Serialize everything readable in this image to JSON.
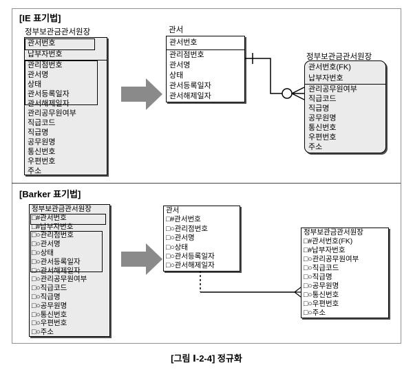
{
  "caption": "[그림 Ⅰ-2-4] 정규화",
  "colors": {
    "arrow": "#8a8a8a",
    "frame_border": "#909090",
    "table_fill_gray": "#ebebeb",
    "table_fill_white": "#ffffff",
    "line": "#000000"
  },
  "section_ie": {
    "label": "[IE 표기법]",
    "left_table": {
      "title": "정부보관금관서원장",
      "keys": [
        "관서번호",
        "납부자번호"
      ],
      "attrs": [
        "관리점번호",
        "관서명",
        "상태",
        "관서등록일자",
        "관서해제일자",
        "관리공무원여부",
        "직급코드",
        "직급명",
        "공무원명",
        "통신번호",
        "우편번호",
        "주소"
      ]
    },
    "mid_table": {
      "title": "관서",
      "keys": [
        "관서번호"
      ],
      "attrs": [
        "관리점번호",
        "관서명",
        "상태",
        "관서등록일자",
        "관서해제일자"
      ]
    },
    "right_table": {
      "title": "정부보관금관서원장",
      "keys": [
        "관서번호(FK)",
        "납부자번호"
      ],
      "attrs": [
        "관리공무원여부",
        "직급코드",
        "직급명",
        "공무원명",
        "통신번호",
        "우편번호",
        "주소"
      ]
    }
  },
  "section_barker": {
    "label": "[Barker 표기법]",
    "left_table": {
      "rows": [
        "정부보관금관서원장",
        "□#관서번호",
        "□#납부자번호",
        "□○관리점번호",
        "□○관서명",
        "□○상태",
        "□○관서등록일자",
        "□○관서해제일자",
        "□○관리공무원여부",
        "□○직급코드",
        "□○직급명",
        "□○공무원명",
        "□○통신번호",
        "□○우편번호",
        "□○주소"
      ]
    },
    "mid_table": {
      "rows": [
        "관서",
        "□#관서번호",
        "□○관리점번호",
        "□○관서명",
        "□○상태",
        "□○관서등록일자",
        "□○관서해제일자"
      ]
    },
    "right_table": {
      "rows": [
        "정부보관금관서원장",
        "□#관서번호(FK)",
        "□#납부자번호",
        "□○관리공무원여부",
        "□○직급코드",
        "□○직급명",
        "□○공무원명",
        "□○통신번호",
        "□○우편번호",
        "□○주소"
      ]
    }
  }
}
